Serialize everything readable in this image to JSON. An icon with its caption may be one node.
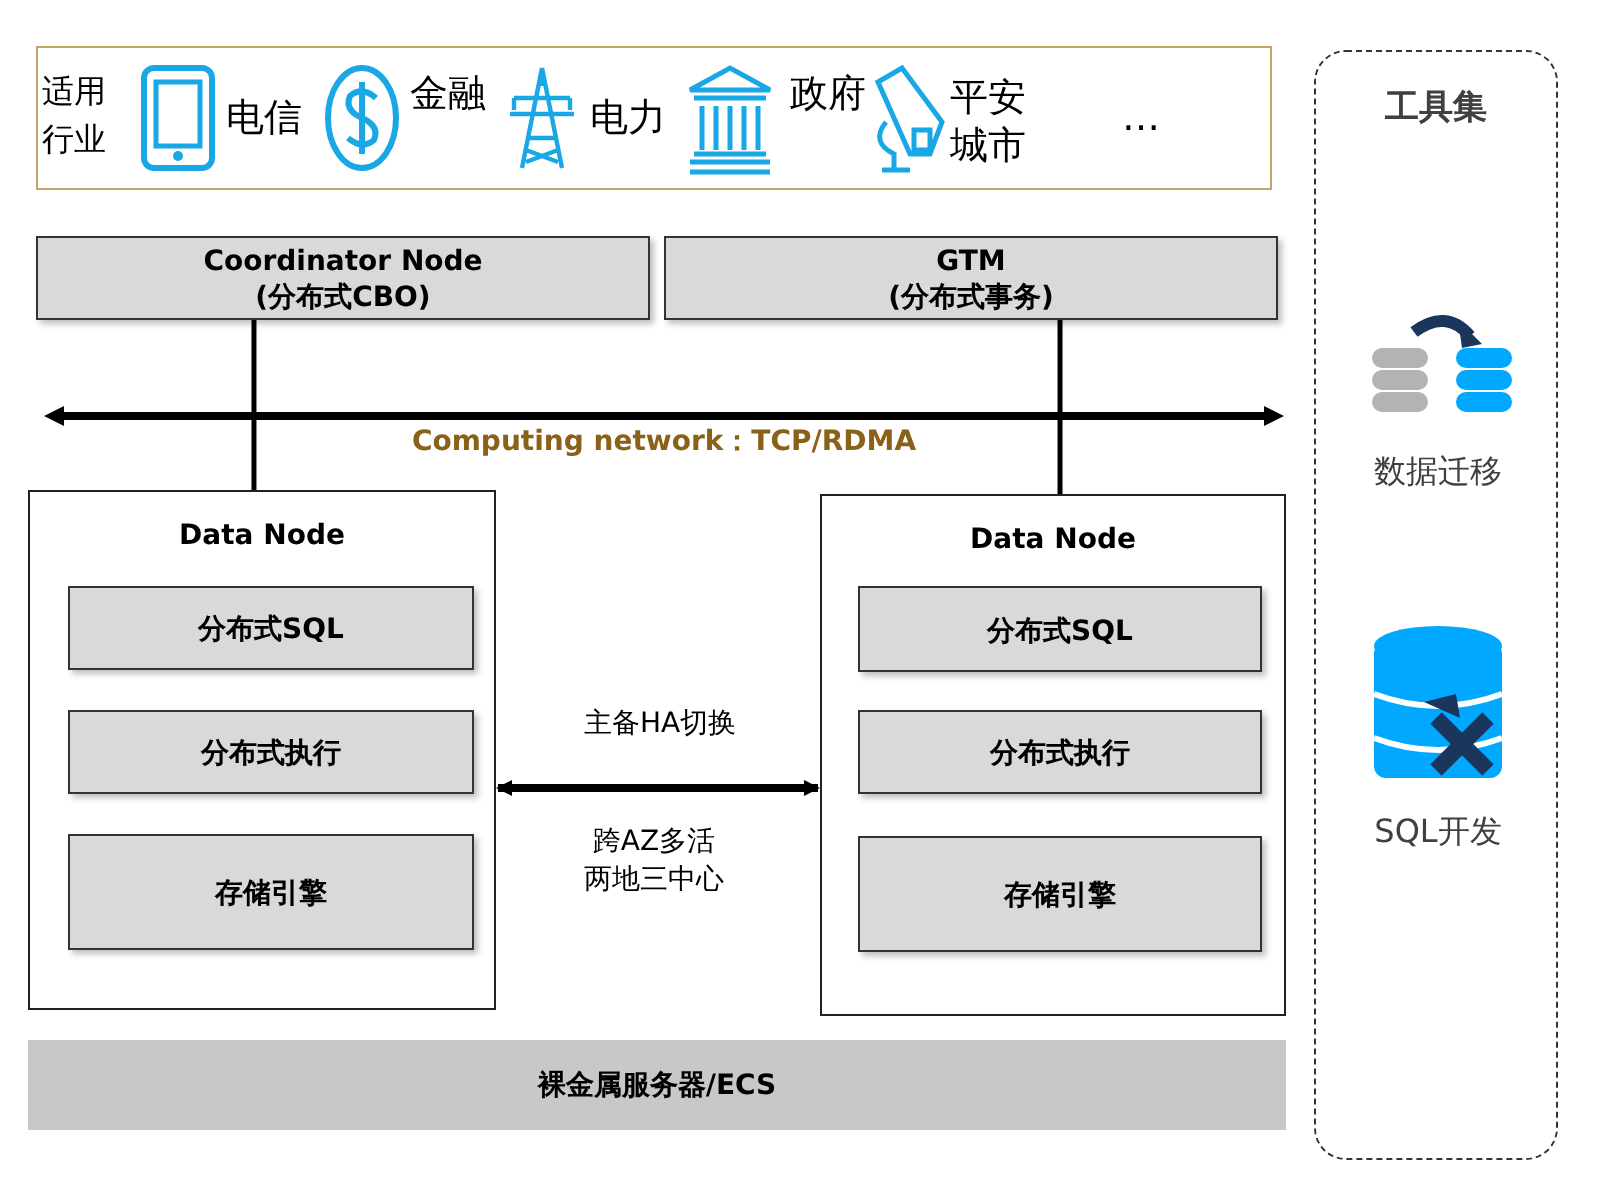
{
  "diagram": {
    "nodes": [
      {
        "text": [
          "适用行业"
        ]
      },
      {
        "text": [
          "电信"
        ],
        "in": 0
      },
      {
        "text": [
          "金融"
        ],
        "in": 0
      },
      {
        "text": [
          "电力"
        ],
        "in": 0
      },
      {
        "text": [
          "政府"
        ],
        "in": 0
      },
      {
        "text": [
          "平安城市"
        ],
        "in": 0
      },
      {
        "text": [
          "…"
        ],
        "in": 0
      },
      {
        "text": [
          "Coordinator Node",
          "(分布式CBO)"
        ]
      },
      {
        "text": [
          "GTM",
          "(分布式事务)"
        ]
      },
      {
        "text": [
          "Computing network：TCP/RDMA"
        ]
      },
      {
        "text": [
          "Data Node"
        ]
      },
      {
        "text": [
          "分布式SQL"
        ],
        "in": 10
      },
      {
        "text": [
          "分布式执行"
        ],
        "in": 10
      },
      {
        "text": [
          "存储引擎"
        ],
        "in": 10
      },
      {
        "text": [
          "Data Node"
        ]
      },
      {
        "text": [
          "分布式SQL"
        ],
        "in": 14
      },
      {
        "text": [
          "分布式执行"
        ],
        "in": 14
      },
      {
        "text": [
          "存储引擎"
        ],
        "in": 14
      },
      {
        "text": [
          "裸金属服务器/ECS"
        ]
      },
      {
        "text": [
          "工具集"
        ]
      },
      {
        "text": [
          "数据迁移"
        ],
        "in": 19
      },
      {
        "text": [
          "SQL开发"
        ],
        "in": 19
      }
    ],
    "edges": [
      {
        "from": 7,
        "to": 10,
        "arrow": "none"
      },
      {
        "from": 8,
        "to": 14,
        "arrow": "none"
      },
      {
        "from": 10,
        "to": 14,
        "arrow": "both",
        "label": "主备HA切换"
      }
    ],
    "labels": [
      "跨AZ多活两地三中心"
    ]
  }
}
